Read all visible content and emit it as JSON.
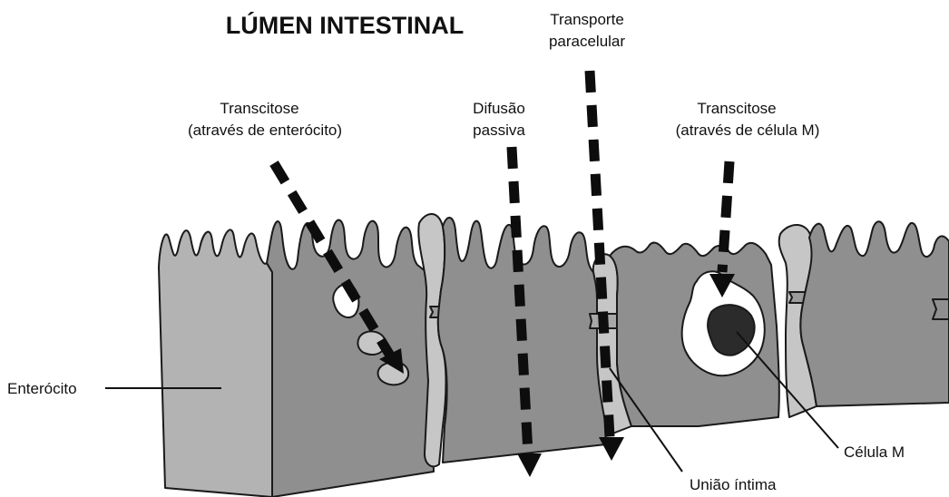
{
  "title": "LÚMEN INTESTINAL",
  "labels": {
    "transcytosis_enterocyte_line1": "Transcitose",
    "transcytosis_enterocyte_line2": "(através de enterócito)",
    "passive_diffusion_line1": "Difusão",
    "passive_diffusion_line2": "passiva",
    "paracellular_line1": "Transporte",
    "paracellular_line2": "paracelular",
    "transcytosis_mcell_line1": "Transcitose",
    "transcytosis_mcell_line2": "(através de célula M)",
    "enterocyte": "Enterócito",
    "m_cell": "Célula M",
    "tight_junction": "União íntima"
  },
  "colors": {
    "cell_light": "#b3b3b3",
    "cell_dark": "#8f8f8f",
    "junction": "#c6c6c6",
    "outline": "#1a1a1a",
    "lymphocyte": "#2b2b2b",
    "arrow": "#0d0d0d"
  }
}
